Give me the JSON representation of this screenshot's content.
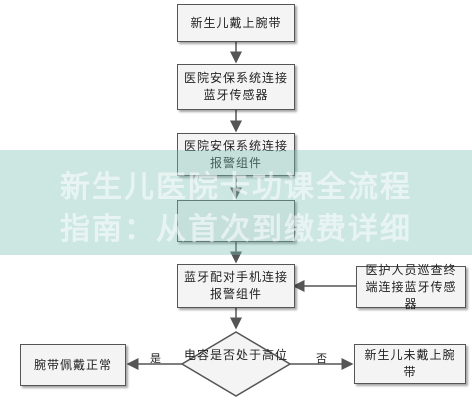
{
  "nodes": {
    "n1": "新生儿戴上腕带",
    "n2": "医院安保系统连接蓝牙传感器",
    "n3": "医院安保系统连接报警组件",
    "n4": "",
    "n5": "蓝牙配对手机连接报警组件",
    "n6": "医护人员巡查终端连接蓝牙传感器",
    "decision": "电容是否处于高位",
    "yes_box": "腕带佩戴正常",
    "no_box": "新生儿未戴上腕带"
  },
  "edges": {
    "yes": "是",
    "no": "否"
  },
  "overlay": {
    "line1": "新生儿医院卡功课全流程",
    "line2": "指南：从首次到缴费详细"
  },
  "colors": {
    "box_fill": "#f4f4f4",
    "box_border": "#555555",
    "line": "#555555",
    "banner": "#78beb4"
  }
}
